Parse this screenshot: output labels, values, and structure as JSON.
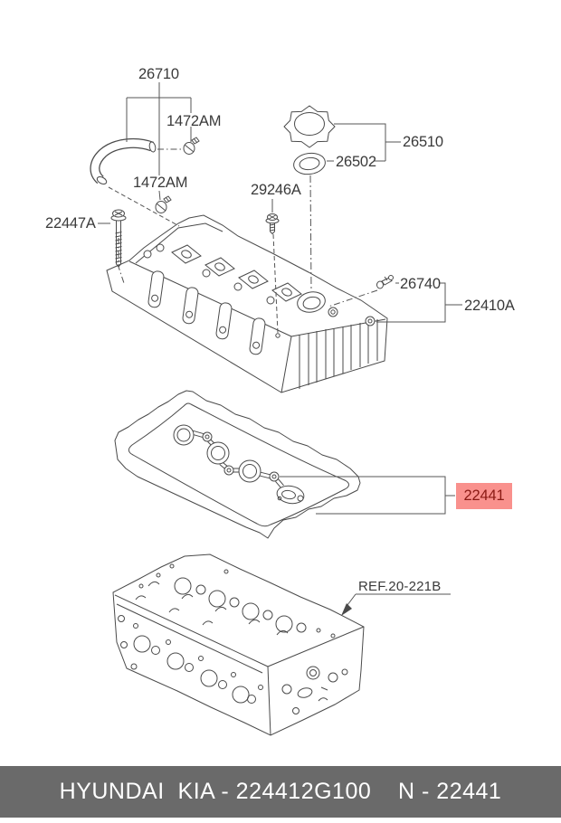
{
  "diagram": {
    "labels": {
      "hose": "26710",
      "clamp_upper": "1472AM",
      "clamp_lower": "1472AM",
      "bolt_left": "22447A",
      "bolt_center": "29246A",
      "oil_cap": "26510",
      "cap_packing": "26502",
      "vent": "26740",
      "cover": "22410A",
      "gasket": "22441",
      "head_ref": "REF.20-221B"
    },
    "highlighted_part": "22441",
    "colors": {
      "line": "#4a4a4a",
      "label_text": "#3a3a3a",
      "highlight_bg": "#f9918d",
      "highlight_text": "#8b1a14",
      "footer_bg": "#6a6a6a",
      "footer_text": "#ffffff"
    }
  },
  "footer": {
    "text": "HYUNDAI  KIA - 224412G100    N - 22441"
  }
}
